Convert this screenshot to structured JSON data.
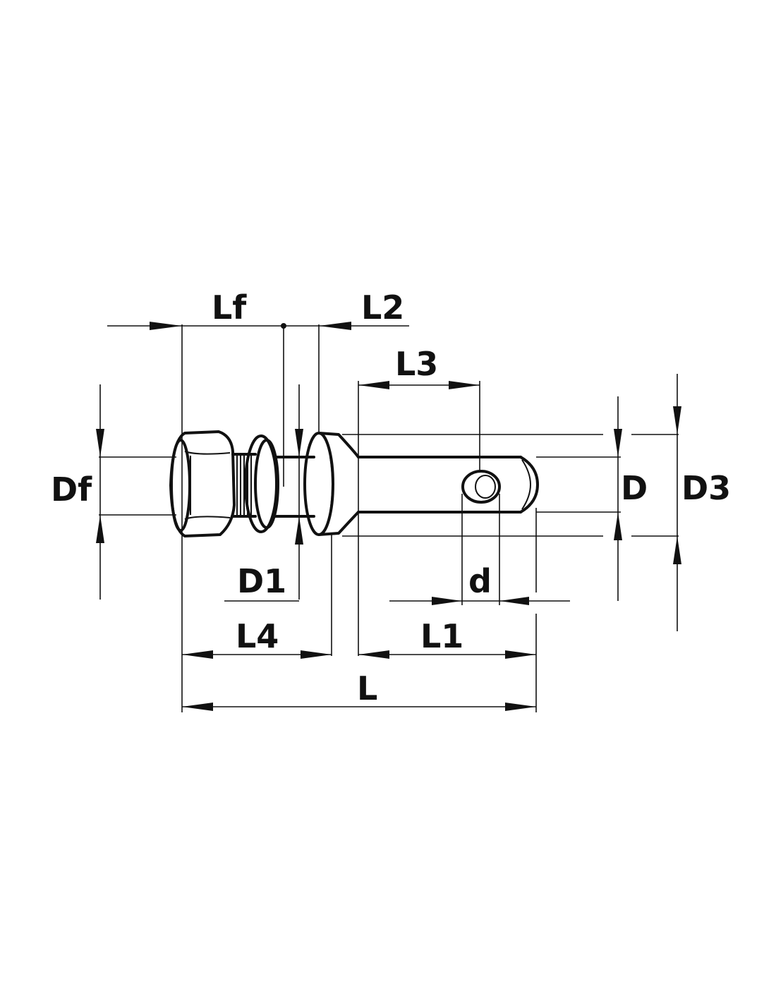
{
  "colors": {
    "ink": "#111111",
    "background": "#ffffff"
  },
  "labels": {
    "Lf": "Lf",
    "L2": "L2",
    "L3": "L3",
    "Df": "Df",
    "D": "D",
    "D3": "D3",
    "D1": "D1",
    "d": "d",
    "L4": "L4",
    "L1": "L1",
    "L": "L"
  }
}
